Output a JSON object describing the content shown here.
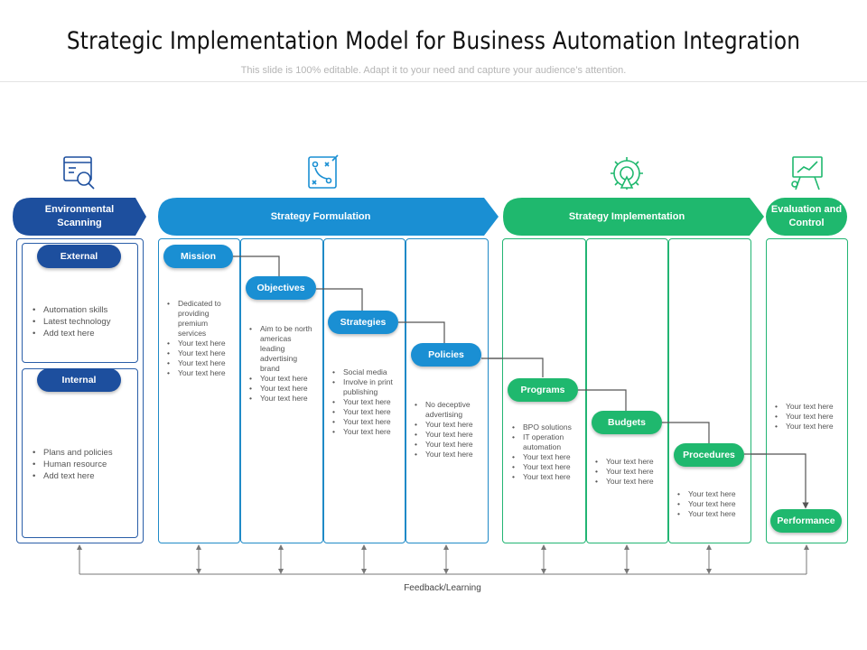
{
  "title": "Strategic Implementation Model for Business Automation Integration",
  "subtitle": "This slide is 100% editable. Adapt it to your need and capture your audience’s attention.",
  "headers": {
    "env": "Environmental Scanning",
    "formulation": "Strategy Formulation",
    "implementation": "Strategy Implementation",
    "evaluation": "Evaluation and Control"
  },
  "icons": [
    "scanning-magnifier-icon",
    "strategy-plan-icon",
    "gear-rocket-icon",
    "presentation-chart-icon"
  ],
  "env": {
    "external": {
      "label": "External",
      "items": [
        "Automation skills",
        "Latest technology",
        "Add text here"
      ]
    },
    "internal": {
      "label": "Internal",
      "items": [
        "Plans and policies",
        "Human resource",
        "Add text here"
      ]
    }
  },
  "steps": {
    "mission": {
      "label": "Mission",
      "items": [
        "Dedicated to providing premium services",
        "Your text here",
        "Your text here",
        "Your text here",
        "Your text here"
      ]
    },
    "objectives": {
      "label": "Objectives",
      "items": [
        "Aim to be north americas leading advertising brand",
        "Your text here",
        "Your text here",
        "Your text here"
      ]
    },
    "strategies": {
      "label": "Strategies",
      "items": [
        "Social media",
        "Involve in print publishing",
        "Your text here",
        "Your text here",
        "Your text here",
        "Your text here"
      ]
    },
    "policies": {
      "label": "Policies",
      "items": [
        "No deceptive advertising",
        "Your text here",
        "Your text here",
        "Your text here",
        "Your text here"
      ]
    },
    "programs": {
      "label": "Programs",
      "items": [
        "BPO solutions",
        "IT operation automation",
        "Your text here",
        "Your text here",
        "Your text here"
      ]
    },
    "budgets": {
      "label": "Budgets",
      "items": [
        "Your text here",
        "Your text here",
        "Your text here"
      ]
    },
    "procedures": {
      "label": "Procedures",
      "items": [
        "Your text here",
        "Your text here",
        "Your text here"
      ]
    },
    "performance": {
      "label": "Performance",
      "items": [
        "Your text here",
        "Your text here",
        "Your text here"
      ]
    }
  },
  "feedback": "Feedback/Learning",
  "colors": {
    "dark_blue": "#1d4f9e",
    "blue": "#1a8fd3",
    "green": "#1fb86e",
    "text_gray": "#555555"
  }
}
